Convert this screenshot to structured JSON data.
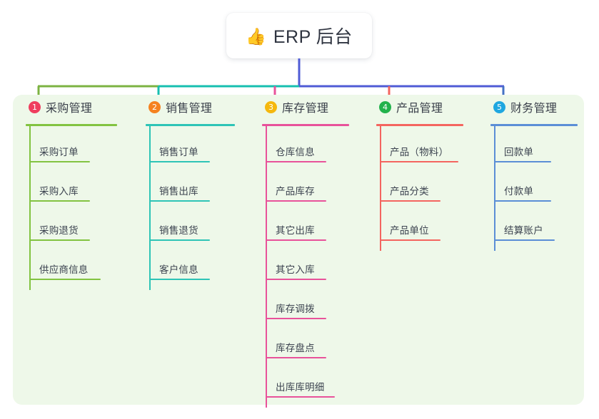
{
  "root": {
    "icon": "thumbs-up-emoji",
    "emoji": "👍",
    "title": "ERP 后台"
  },
  "panel": {
    "background_color": "#eef8e9"
  },
  "connector": {
    "stem_color": "#4f5bd5",
    "segment_colors": [
      "#7cb342",
      "#17bfb0",
      "#4f5bd5"
    ],
    "branch_colors": [
      "#7cb342",
      "#17bfb0",
      "#e8529a",
      "#f4655f",
      "#4472c4"
    ]
  },
  "columns": [
    {
      "number": "1",
      "badge_color": "#ef3e5e",
      "line_color": "#82c341",
      "title": "采购管理",
      "width": 168,
      "rule_width": 128,
      "items": [
        {
          "label": "采购订单",
          "rule_width": 85
        },
        {
          "label": "采购入库",
          "rule_width": 85
        },
        {
          "label": "采购退货",
          "rule_width": 85
        },
        {
          "label": "供应商信息",
          "rule_width": 100
        }
      ]
    },
    {
      "number": "2",
      "badge_color": "#f58220",
      "line_color": "#2ec4b6",
      "title": "销售管理",
      "width": 163,
      "rule_width": 125,
      "items": [
        {
          "label": "销售订单",
          "rule_width": 85
        },
        {
          "label": "销售出库",
          "rule_width": 85
        },
        {
          "label": "销售退货",
          "rule_width": 85
        },
        {
          "label": "客户信息",
          "rule_width": 85
        }
      ]
    },
    {
      "number": "3",
      "badge_color": "#f5b80e",
      "line_color": "#e8529a",
      "title": "库存管理",
      "width": 160,
      "rule_width": 122,
      "items": [
        {
          "label": "仓库信息",
          "rule_width": 85
        },
        {
          "label": "产品库存",
          "rule_width": 85
        },
        {
          "label": "其它出库",
          "rule_width": 85
        },
        {
          "label": "其它入库",
          "rule_width": 85
        },
        {
          "label": "库存调拨",
          "rule_width": 85
        },
        {
          "label": "库存盘点",
          "rule_width": 85
        },
        {
          "label": "出库库明细",
          "rule_width": 97
        }
      ]
    },
    {
      "number": "4",
      "badge_color": "#22b24c",
      "line_color": "#f4655f",
      "title": "产品管理",
      "width": 160,
      "rule_width": 122,
      "items": [
        {
          "label": "产品（物料）",
          "rule_width": 110
        },
        {
          "label": "产品分类",
          "rule_width": 85
        },
        {
          "label": "产品单位",
          "rule_width": 85
        }
      ]
    },
    {
      "number": "5",
      "badge_color": "#1fa7e0",
      "line_color": "#5b8ed6",
      "title": "财务管理",
      "width": 149,
      "rule_width": 122,
      "items": [
        {
          "label": "回款单",
          "rule_width": 80
        },
        {
          "label": "付款单",
          "rule_width": 80
        },
        {
          "label": "结算账户",
          "rule_width": 85
        }
      ]
    }
  ]
}
